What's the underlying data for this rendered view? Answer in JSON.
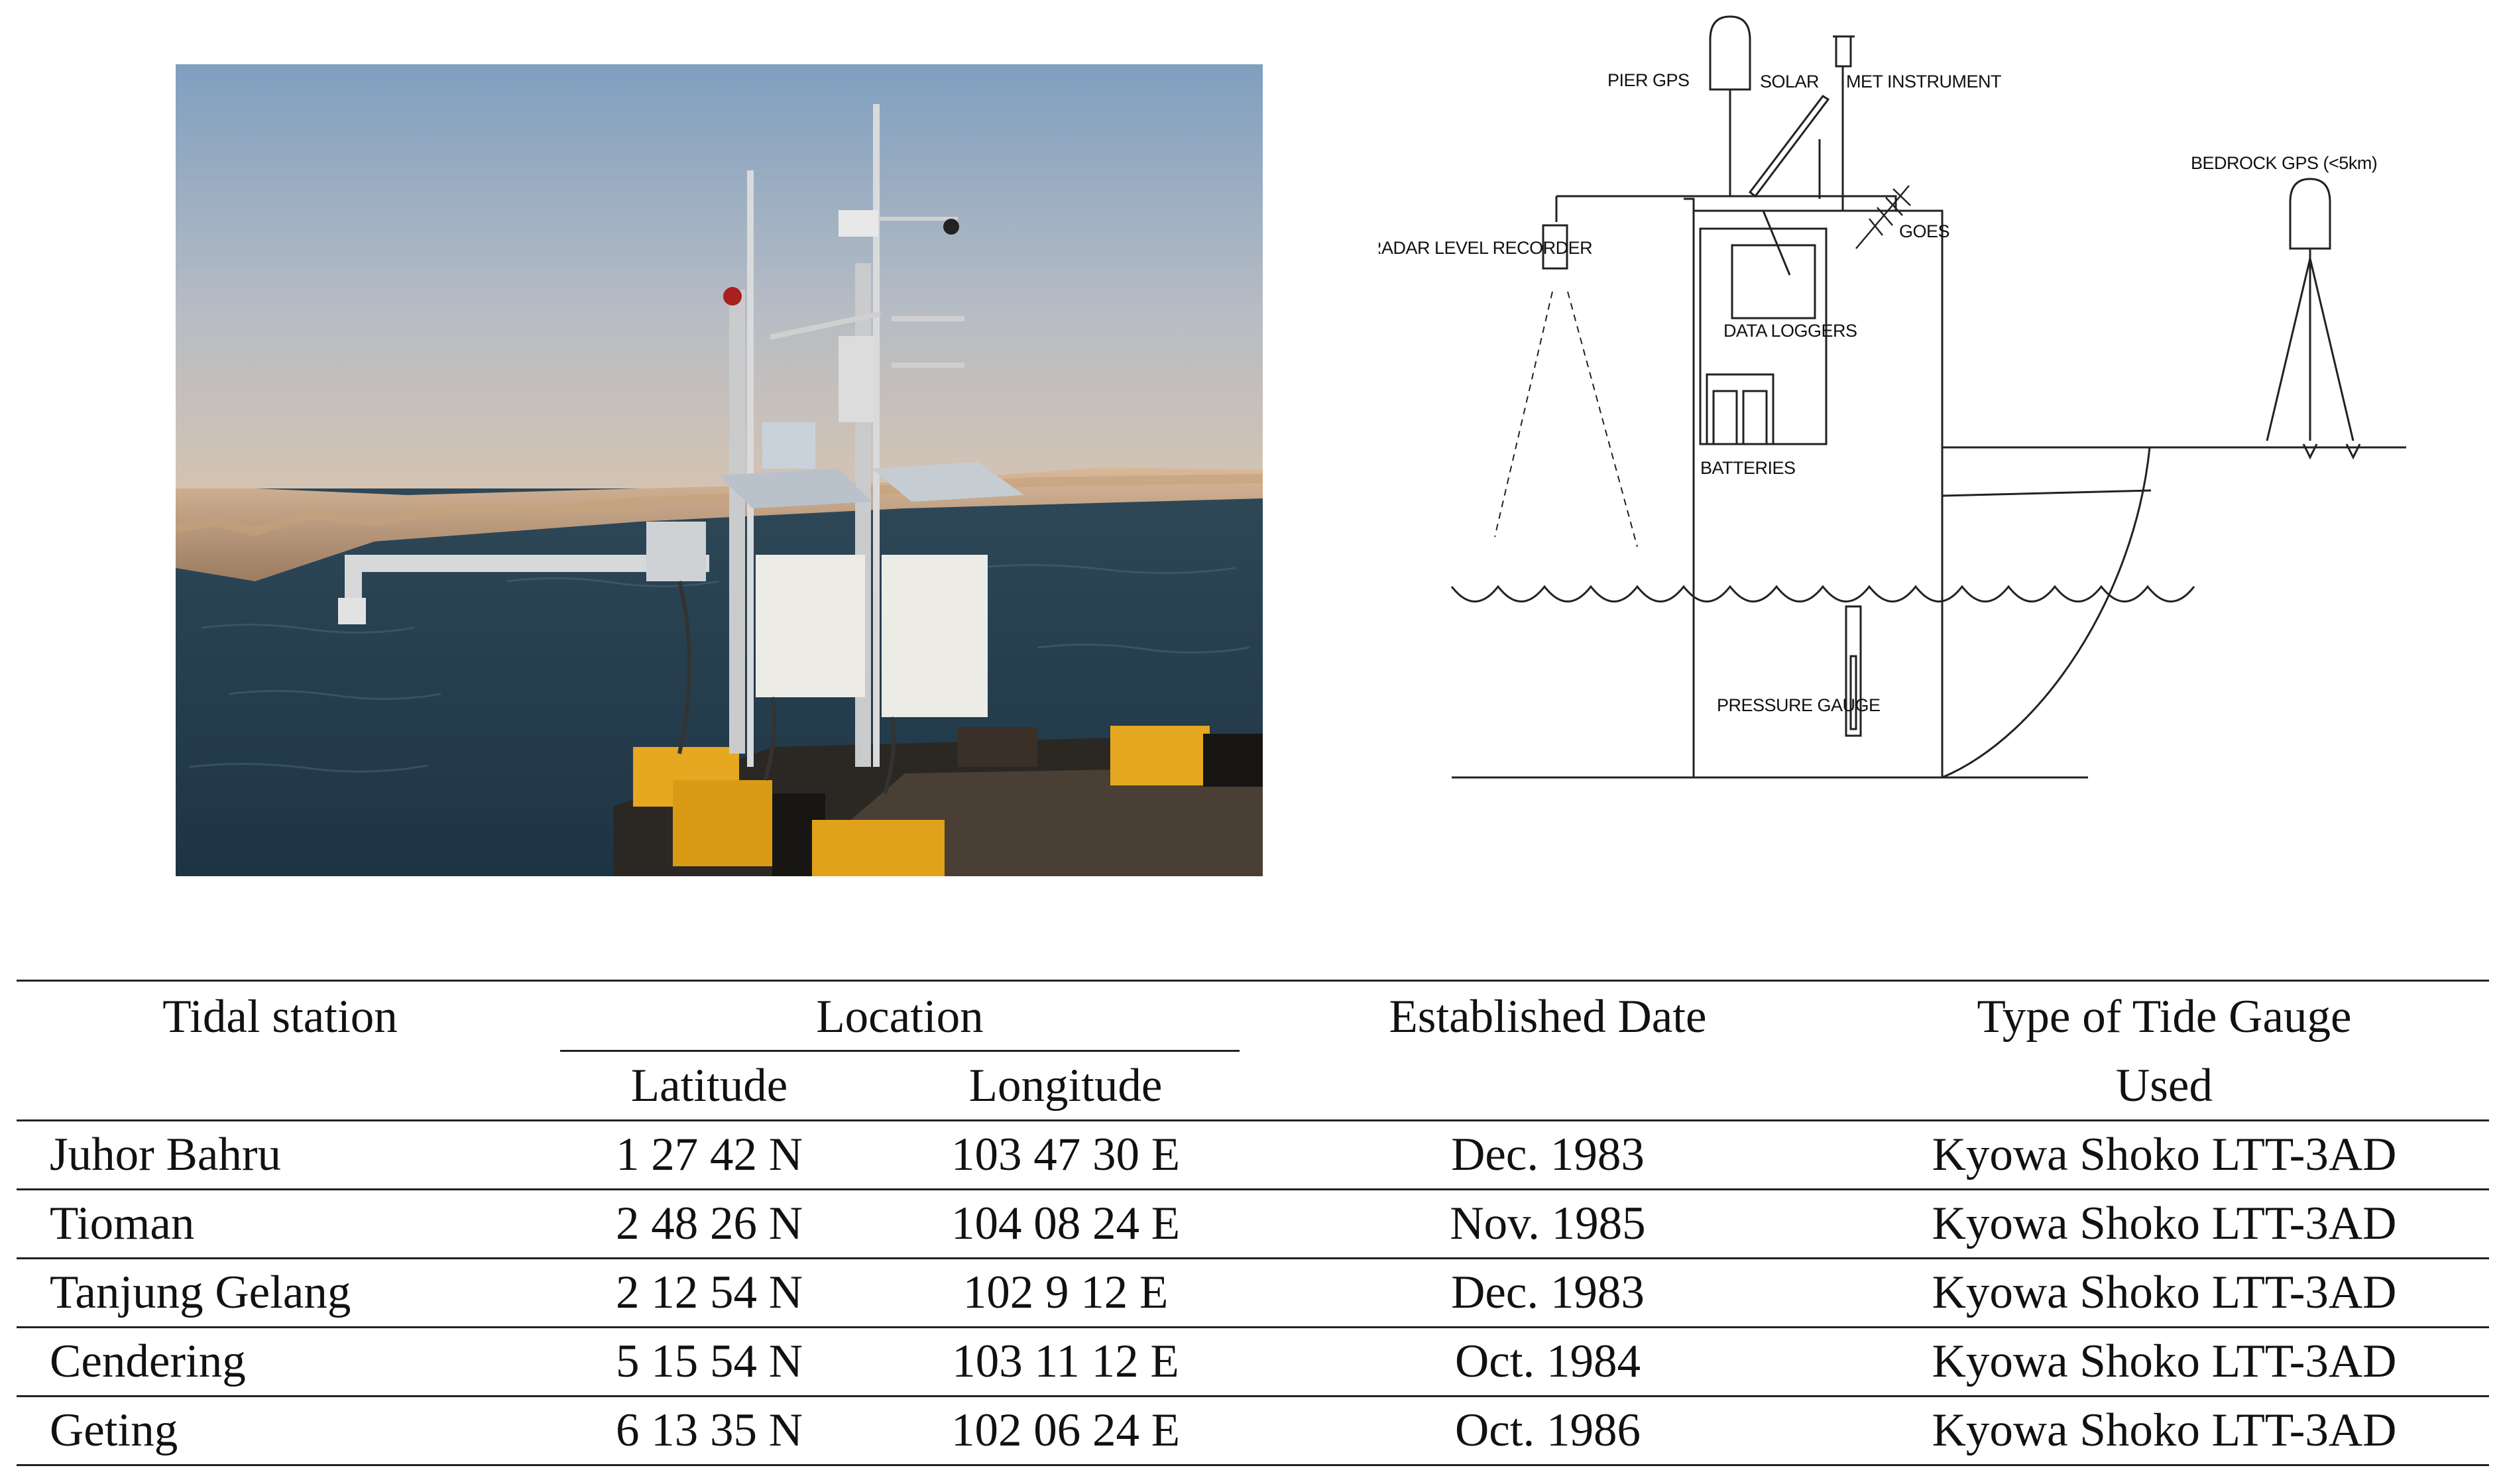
{
  "diagram": {
    "labels": {
      "pier_gps": "PIER GPS",
      "solar": "SOLAR",
      "met_instrument": "MET INSTRUMENT",
      "bedrock_gps": "BEDROCK GPS (<5km)",
      "radar_level_recorder": "RADAR LEVEL RECORDER",
      "goes": "GOES",
      "data_loggers": "DATA LOGGERS",
      "batteries": "BATTERIES",
      "pressure_gauge": "PRESSURE GAUGE"
    }
  },
  "table": {
    "headers": {
      "station": "Tidal station",
      "location": "Location",
      "latitude": "Latitude",
      "longitude": "Longitude",
      "established": "Established Date",
      "gauge_line1": "Type of Tide Gauge",
      "gauge_line2": "Used"
    },
    "rows": [
      {
        "station": "Juhor Bahru",
        "latitude": "1 27 42 N",
        "longitude": "103 47 30 E",
        "date": "Dec. 1983",
        "gauge": "Kyowa Shoko LTT-3AD"
      },
      {
        "station": "Tioman",
        "latitude": "2 48 26 N",
        "longitude": "104 08 24 E",
        "date": "Nov. 1985",
        "gauge": "Kyowa Shoko LTT-3AD"
      },
      {
        "station": "Tanjung Gelang",
        "latitude": "2 12 54 N",
        "longitude": "102 9 12 E",
        "date": "Dec. 1983",
        "gauge": "Kyowa Shoko LTT-3AD"
      },
      {
        "station": "Cendering",
        "latitude": "5 15 54 N",
        "longitude": "103 11 12 E",
        "date": "Oct. 1984",
        "gauge": "Kyowa Shoko LTT-3AD"
      },
      {
        "station": "Geting",
        "latitude": "6 13 35 N",
        "longitude": "102 06 24 E",
        "date": "Oct. 1986",
        "gauge": "Kyowa Shoko LTT-3AD"
      }
    ]
  }
}
